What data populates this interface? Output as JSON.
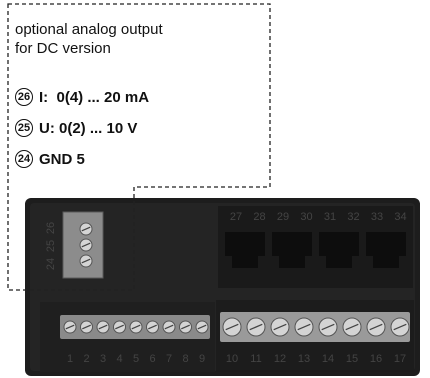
{
  "callout": {
    "title_line1": "optional analog output",
    "title_line2": "for DC version",
    "specs": [
      {
        "num": "26",
        "text": "I:  0(4) ... 20 mA"
      },
      {
        "num": "25",
        "text": "U: 0(2) ... 10 V"
      },
      {
        "num": "24",
        "text": "GND 5"
      }
    ]
  },
  "device": {
    "top_left_labels": [
      "26",
      "25",
      "24"
    ],
    "top_right_labels": [
      "27",
      "28",
      "29",
      "30",
      "31",
      "32",
      "33",
      "34"
    ],
    "bottom_left_labels": [
      "1",
      "2",
      "3",
      "4",
      "5",
      "6",
      "7",
      "8",
      "9"
    ],
    "bottom_right_labels": [
      "10",
      "11",
      "12",
      "13",
      "14",
      "15",
      "16",
      "17"
    ]
  }
}
